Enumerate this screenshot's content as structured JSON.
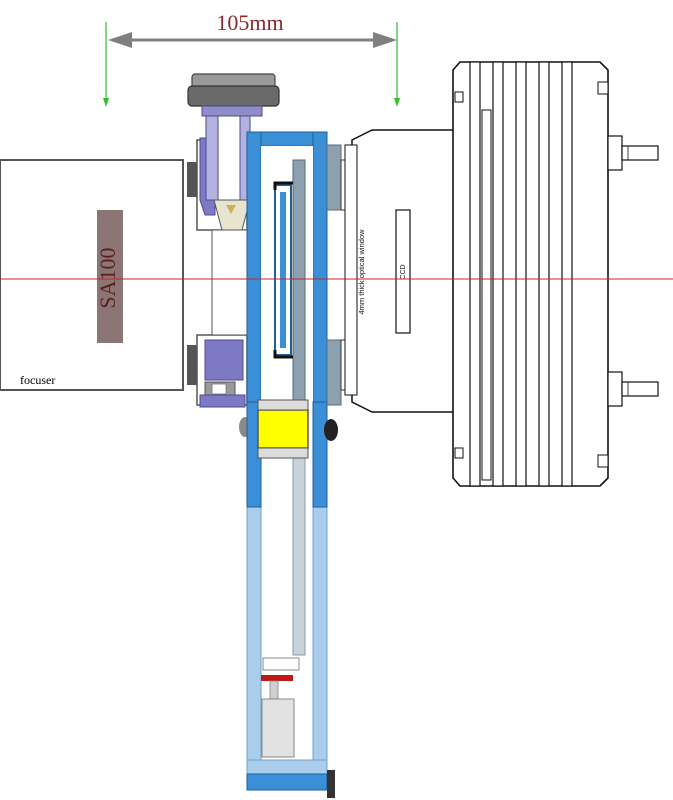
{
  "dimension": {
    "label": "105mm",
    "color": "#8b2a2a"
  },
  "labels": {
    "sa100": "SA100",
    "focuser": "focuser",
    "window": "4mm thick optical window",
    "ccd": "CCD"
  },
  "colors": {
    "blue_frame": "#3a8fd6",
    "light_blue": "#a9cdea",
    "gray_part": "#8da0b0",
    "purple_part": "#7d79c4",
    "yellow_block": "#ffff00",
    "red_axis": "#c0282a",
    "green_arrow": "#2fbf2f",
    "sa100_bg": "#8c7575"
  }
}
